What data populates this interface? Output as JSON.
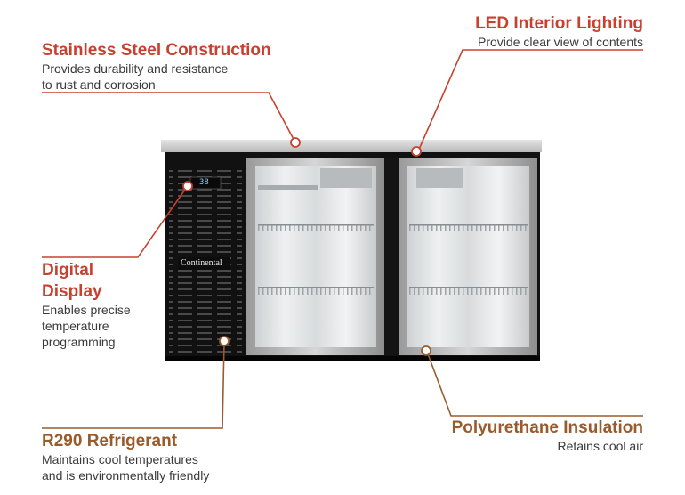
{
  "callouts": {
    "stainless": {
      "title": "Stainless Steel Construction",
      "desc_line1": "Provides durability and resistance",
      "desc_line2": "to rust and corrosion"
    },
    "led": {
      "title": "LED Interior Lighting",
      "desc": "Provide clear view of contents"
    },
    "digital": {
      "title_line1": "Digital",
      "title_line2": "Display",
      "desc_line1": "Enables precise",
      "desc_line2": "temperature",
      "desc_line3": "programming"
    },
    "r290": {
      "title": "R290 Refrigerant",
      "desc_line1": "Maintains cool temperatures",
      "desc_line2": "and is environmentally friendly"
    },
    "insulation": {
      "title": "Polyurethane Insulation",
      "desc": "Retains cool air"
    }
  },
  "product": {
    "brand": "Continental",
    "display_reading": "38"
  },
  "colors": {
    "red_accent": "#c8412f",
    "brown_accent": "#9a5b2c",
    "cabinet_black": "#111111",
    "steel_top": "#c9c9c9"
  }
}
